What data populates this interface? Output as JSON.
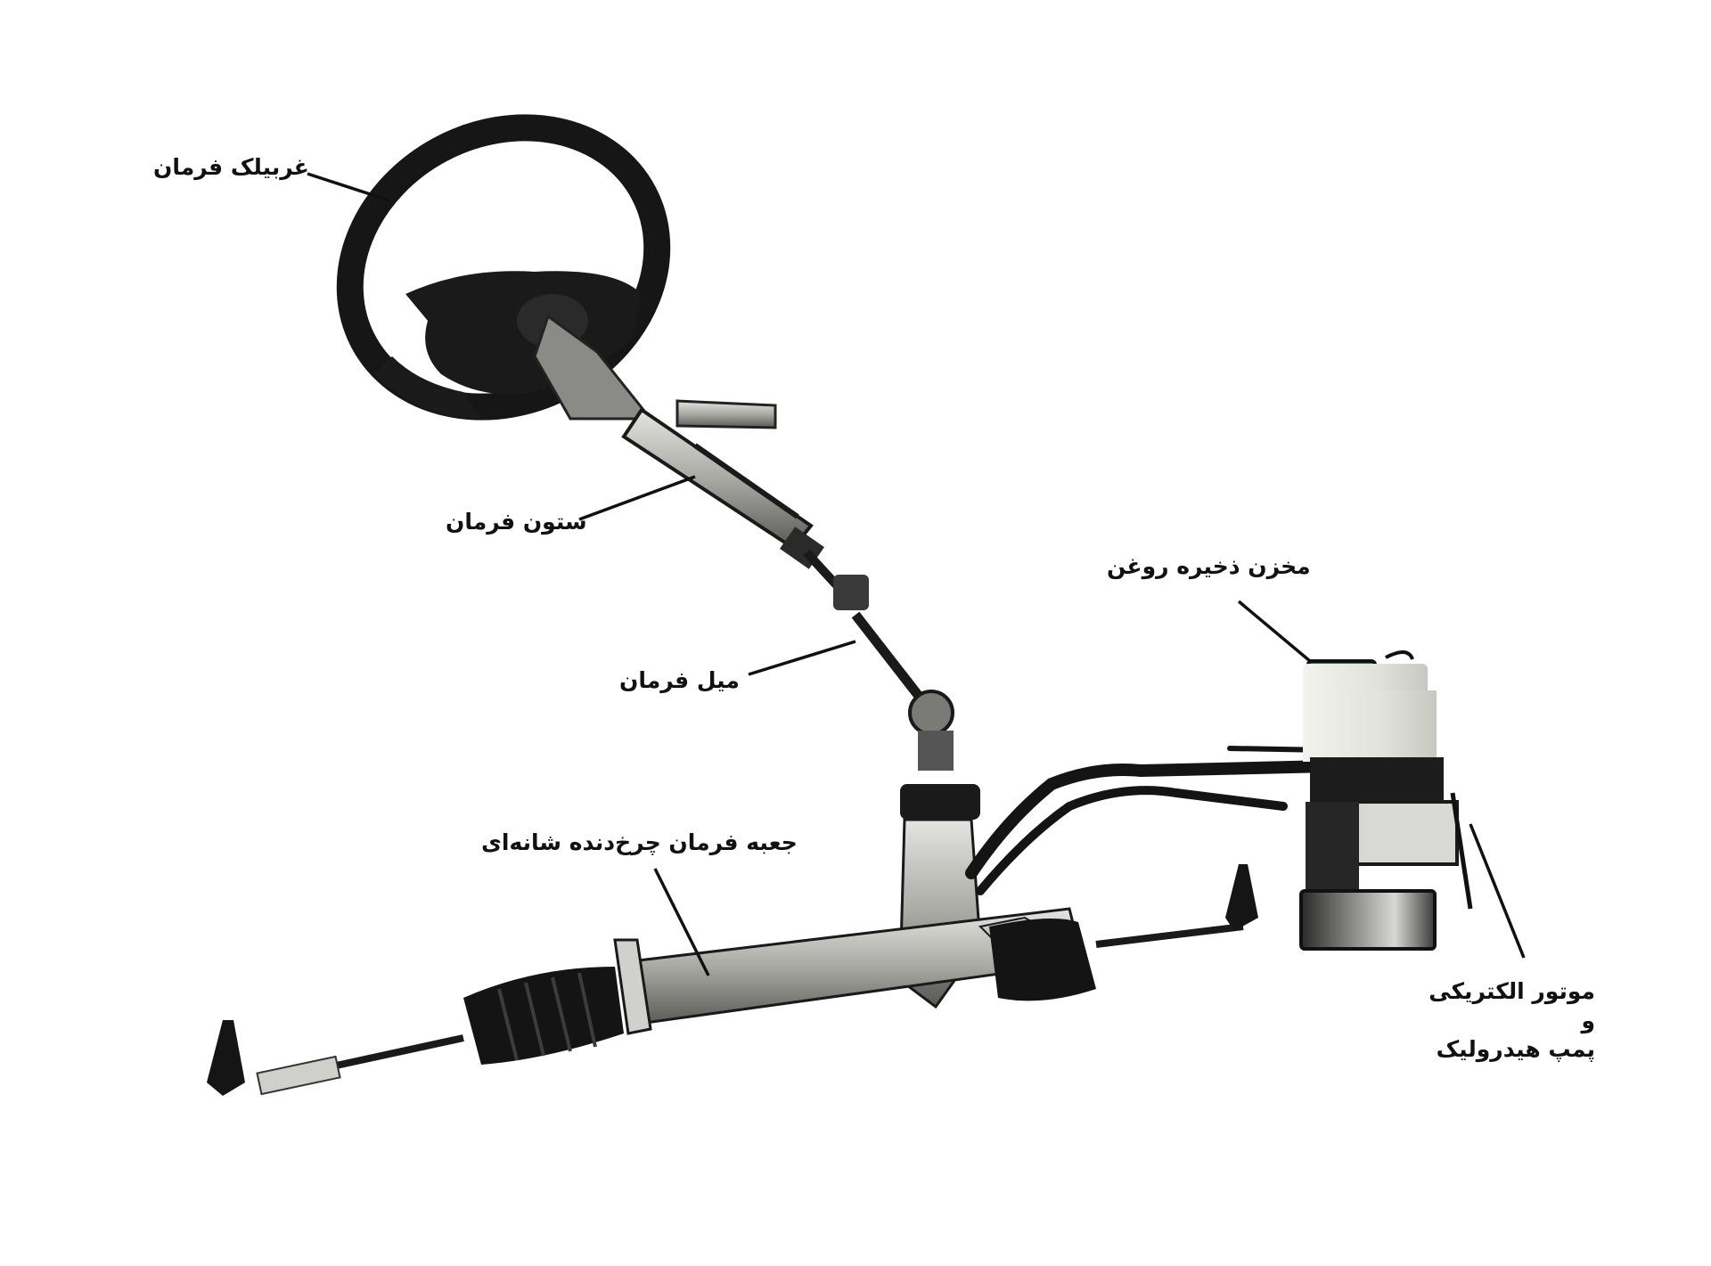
{
  "diagram": {
    "subject": "electro-hydraulic power steering system",
    "background": "#ffffff",
    "colors": {
      "parts_dark": "#151515",
      "parts_metal": "#b8b8b4",
      "reservoir_body": "#e8e8e2",
      "reservoir_cap": "#2f7a33",
      "leader_line": "#111111",
      "label_text": "#111111"
    },
    "labels": [
      {
        "id": "steering-wheel",
        "text": "غربیلک فرمان"
      },
      {
        "id": "steering-column",
        "text": "ستون فرمان"
      },
      {
        "id": "steering-shaft",
        "text": "میل فرمان"
      },
      {
        "id": "rack-and-pinion",
        "text": "جعبه فرمان چرخ‌دنده شانه‌ای"
      },
      {
        "id": "oil-reservoir",
        "text": "مخزن ذخیره روغن"
      },
      {
        "id": "motor-pump",
        "lines": [
          "موتور الکتریکی و",
          "پمپ هیدرولیک"
        ]
      }
    ]
  }
}
